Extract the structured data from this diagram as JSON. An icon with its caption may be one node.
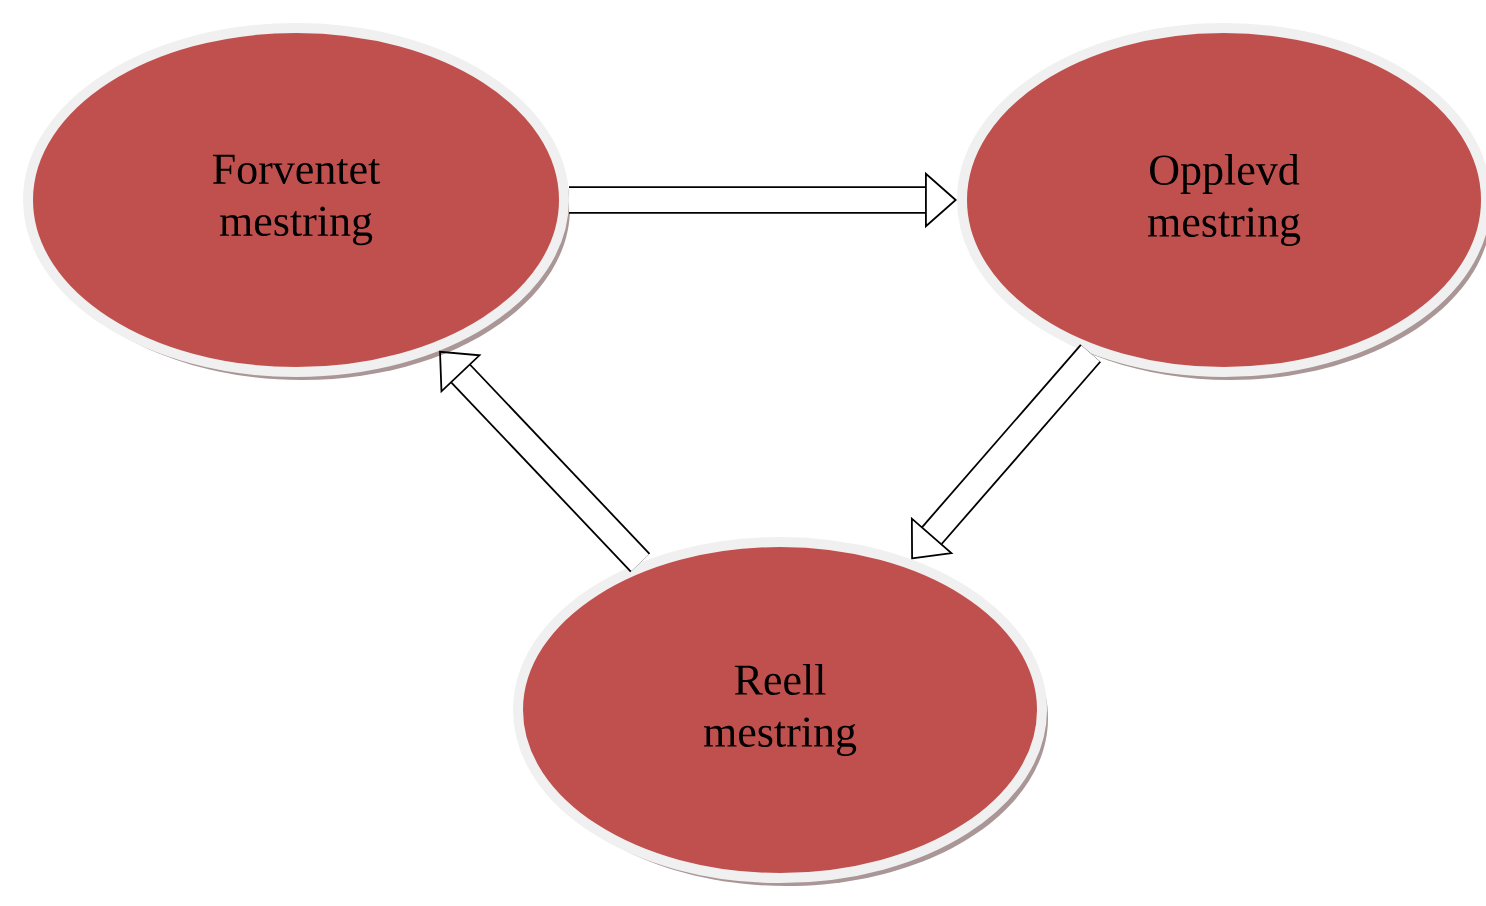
{
  "diagram": {
    "nodes": [
      {
        "text": [
          "Forventet mestring"
        ]
      },
      {
        "text": [
          "Opplevd mestring"
        ]
      },
      {
        "text": [
          "Reell mestring"
        ]
      }
    ],
    "edges": [
      {
        "from": 0,
        "to": 1,
        "arrow": "to"
      },
      {
        "from": 1,
        "to": 2,
        "arrow": "to"
      },
      {
        "from": 2,
        "to": 0,
        "arrow": "to"
      }
    ]
  }
}
